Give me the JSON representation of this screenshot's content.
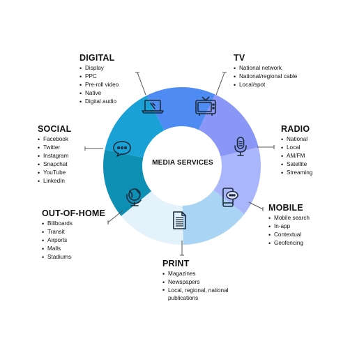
{
  "center": {
    "label": "MEDIA SERVICES"
  },
  "colors": {
    "digital": "#0e8fb4",
    "tv": "#1aa1d6",
    "radio": "#4e8cf4",
    "mobile": "#8a97f6",
    "print": "#a9b6fb",
    "out_of_home": "#a9d4f3",
    "social": "#e3f2fb",
    "icon_dark": "#1d2b3a",
    "connector": "#555555"
  },
  "segments": [
    {
      "key": "digital",
      "icon": "laptop-icon"
    },
    {
      "key": "tv",
      "icon": "tv-icon"
    },
    {
      "key": "radio",
      "icon": "microphone-icon"
    },
    {
      "key": "mobile",
      "icon": "mobile-chat-icon"
    },
    {
      "key": "print",
      "icon": "newspaper-icon"
    },
    {
      "key": "out_of_home",
      "icon": "globe-icon"
    },
    {
      "key": "social",
      "icon": "chat-bubble-icon"
    }
  ],
  "digital": {
    "title": "DIGITAL",
    "items": [
      "Display",
      "PPC",
      "Pre-roll video",
      "Native",
      "Digital audio"
    ]
  },
  "tv": {
    "title": "TV",
    "items": [
      "National network",
      "National/regional cable",
      "Local/spot"
    ]
  },
  "radio": {
    "title": "RADIO",
    "items": [
      "National",
      "Local",
      "AM/FM",
      "Satellite",
      "Streaming"
    ]
  },
  "mobile": {
    "title": "MOBILE",
    "items": [
      "Mobile search",
      "In-app",
      "Contextual",
      "Geofencing"
    ]
  },
  "print": {
    "title": "PRINT",
    "items": [
      "Magazines",
      "Newspapers",
      "Local, regional, national publications"
    ]
  },
  "out_of_home": {
    "title": "OUT-OF-HOME",
    "items": [
      "Billboards",
      "Transit",
      "Airports",
      "Malls",
      "Stadiums"
    ]
  },
  "social": {
    "title": "SOCIAL",
    "items": [
      "Facebook",
      "Twitter",
      "Instagram",
      "Snapchat",
      "YouTube",
      "LinkedIn"
    ]
  }
}
